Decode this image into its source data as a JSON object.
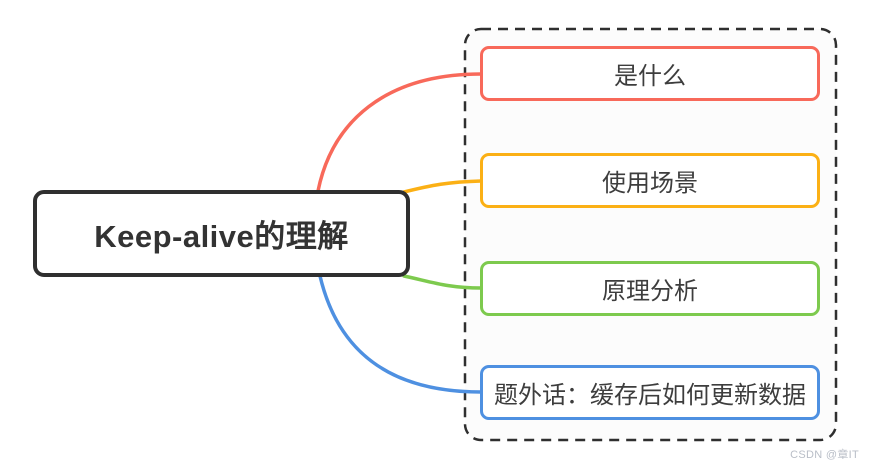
{
  "page": {
    "background": "#ffffff",
    "watermark": "CSDN @章IT",
    "watermark_color": "#b9bec7"
  },
  "central": {
    "label": "Keep-alive的理解",
    "border_color": "#2f2f2f",
    "text_color": "#333333"
  },
  "group": {
    "outline_color": "#2f2f2f",
    "outline_style": "dashed",
    "fill": "#fcfcfc"
  },
  "topics": [
    {
      "label": "是什么",
      "color": "#f8695a"
    },
    {
      "label": "使用场景",
      "color": "#fbb015"
    },
    {
      "label": "原理分析",
      "color": "#7dca4e"
    },
    {
      "label": "题外话：缓存后如何更新数据",
      "color": "#4e90e1"
    }
  ]
}
